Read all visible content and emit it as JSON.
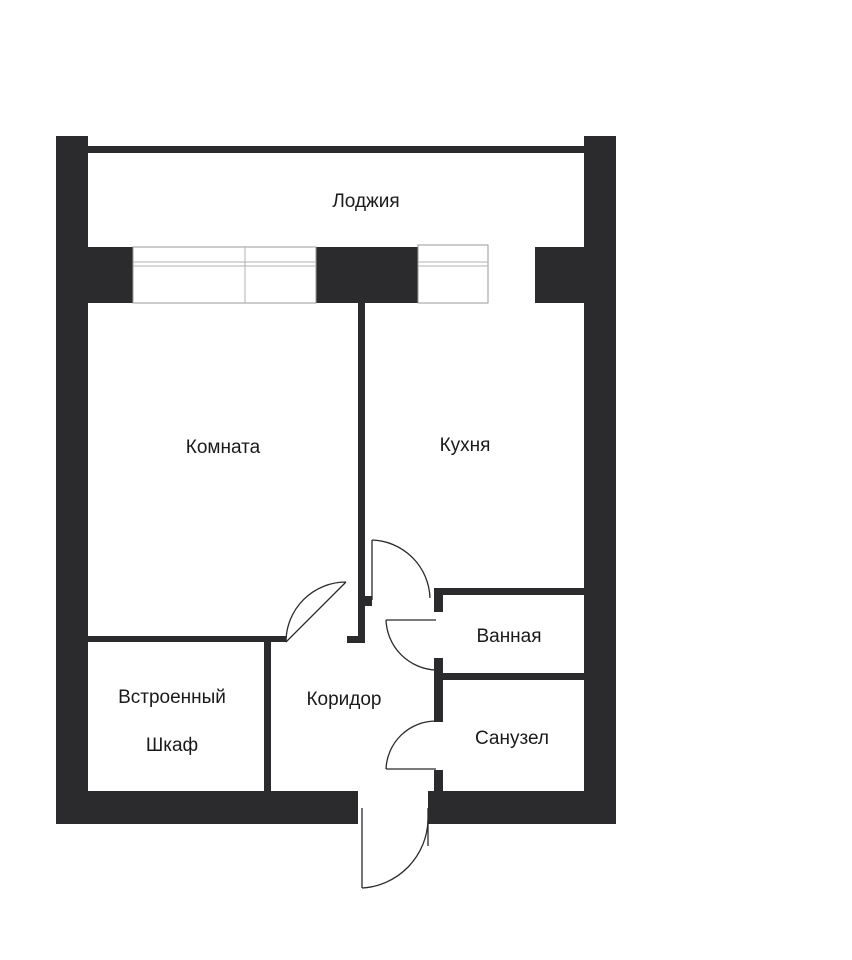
{
  "plan": {
    "rooms": [
      {
        "id": "loggia",
        "label": "Лоджия"
      },
      {
        "id": "room",
        "label": "Комната"
      },
      {
        "id": "kitchen",
        "label": "Кухня"
      },
      {
        "id": "bathroom",
        "label": "Ванная"
      },
      {
        "id": "closet",
        "label_line1": "Встроенный",
        "label_line2": "Шкаф"
      },
      {
        "id": "corridor",
        "label": "Коридор"
      },
      {
        "id": "toilet",
        "label": "Санузел"
      }
    ],
    "colors": {
      "wall": "#2b2b2e",
      "background": "#ffffff"
    }
  }
}
